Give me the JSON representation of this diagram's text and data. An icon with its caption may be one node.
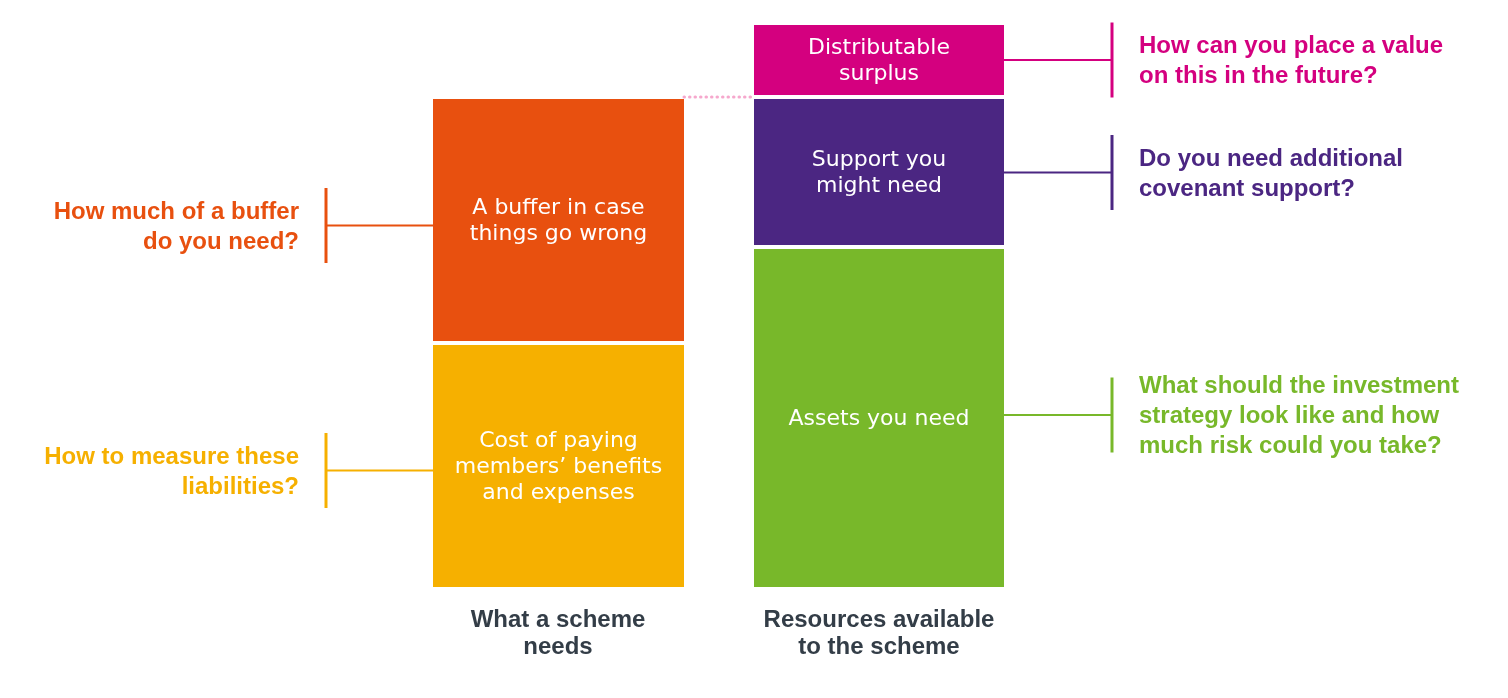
{
  "diagram": {
    "nodes": [
      {
        "text": [
          "How much of a buffer do you need?"
        ]
      },
      {
        "text": [
          "How to measure these liabilities?"
        ]
      },
      {
        "text": [
          "A buffer in case things go wrong"
        ]
      },
      {
        "text": [
          "Cost of paying members’ benefits and expenses"
        ]
      },
      {
        "text": [
          "Distributable surplus"
        ]
      },
      {
        "text": [
          "Support you might need"
        ]
      },
      {
        "text": [
          "Assets you need"
        ]
      },
      {
        "text": [
          "How can you place a value on this in the future?"
        ]
      },
      {
        "text": [
          "Do you need additional covenant support?"
        ]
      },
      {
        "text": [
          "What should the investment strategy look like and how much risk could you take?"
        ]
      }
    ],
    "edges": [
      {
        "from": 0,
        "to": 2,
        "arrow": "other",
        "color": "#e8500f"
      },
      {
        "from": 1,
        "to": 3,
        "arrow": "other",
        "color": "#f6b000"
      },
      {
        "from": 2,
        "to": 4,
        "arrow": "none",
        "style": "dashed",
        "color": "#f6a8cd"
      },
      {
        "from": 7,
        "to": 4,
        "arrow": "other",
        "color": "#d4007f"
      },
      {
        "from": 8,
        "to": 5,
        "arrow": "other",
        "color": "#4b2682"
      },
      {
        "from": 9,
        "to": 6,
        "arrow": "other",
        "color": "#78b82a"
      }
    ],
    "labels": [
      "What a scheme needs",
      "Resources available to the scheme"
    ]
  }
}
